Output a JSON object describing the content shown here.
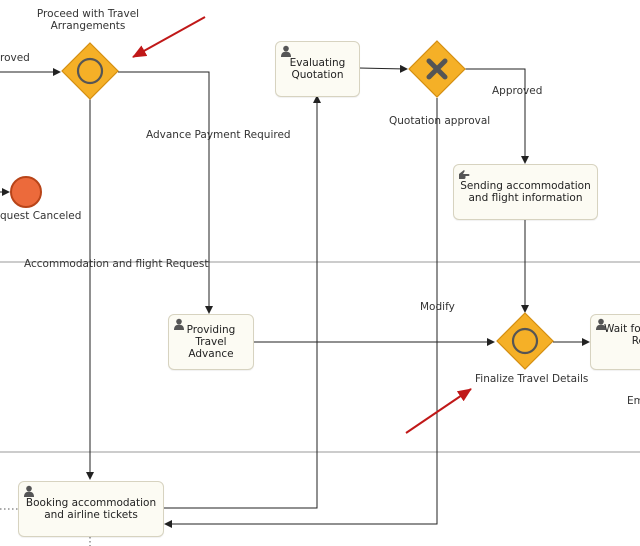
{
  "lanes": {
    "lane2_label": "Accommodation and flight Request"
  },
  "gateways": {
    "proceed": "Proceed with Travel\nArrangements",
    "quotation": "Quotation approval",
    "finalize": "Finalize Travel Details"
  },
  "events": {
    "canceled": "quest Canceled"
  },
  "tasks": {
    "evaluating": "Evaluating\nQuotation",
    "sending": "Sending accommodation\nand flight information",
    "providing": "Providing\nTravel\nAdvance",
    "wait": "Wait for\nRe",
    "booking": "Booking accommodation\nand airline tickets"
  },
  "flows": {
    "approved_left": "roved",
    "advance_required": "Advance Payment Required",
    "approved_right": "Approved",
    "modify": "Modify",
    "em": "Em"
  },
  "colors": {
    "gateway_fill": "#f5b027",
    "gateway_stroke": "#d48e10",
    "end_event": "#ec6a3b",
    "annotation_arrow": "#c01818",
    "line": "#222222",
    "lane_line": "#9a9a9a"
  },
  "icons": {
    "user_task": "user-icon",
    "manual_task": "hand-icon",
    "exclusive_gateway": "x-icon",
    "event_gateway": "circle-icon"
  }
}
